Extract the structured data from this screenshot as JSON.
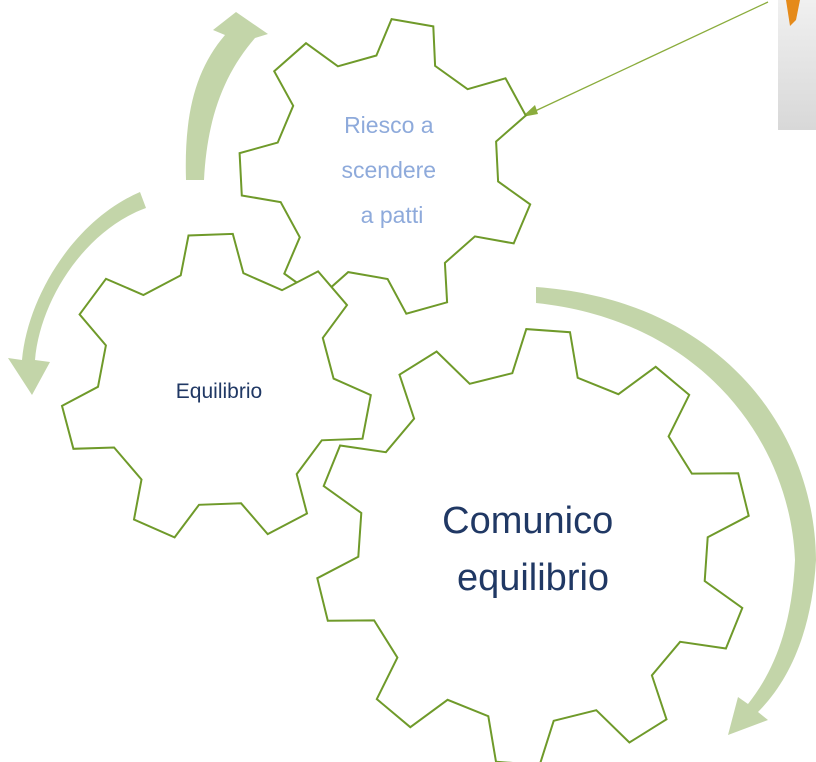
{
  "gears": {
    "top": {
      "lines": [
        "Riesco a",
        "scendere",
        "a patti"
      ],
      "color": "#8eaadb"
    },
    "left": {
      "lines": [
        "Equilibrio"
      ],
      "color": "#203864"
    },
    "bottom": {
      "lines": [
        "Comunico",
        "equilibrio"
      ],
      "color": "#203864"
    }
  },
  "colors": {
    "gear_outline": "#6f9a2a",
    "arrow_fill": "#c3d5a9",
    "pointer": "#8aac3c",
    "image_fragment": "#e58a1a"
  }
}
